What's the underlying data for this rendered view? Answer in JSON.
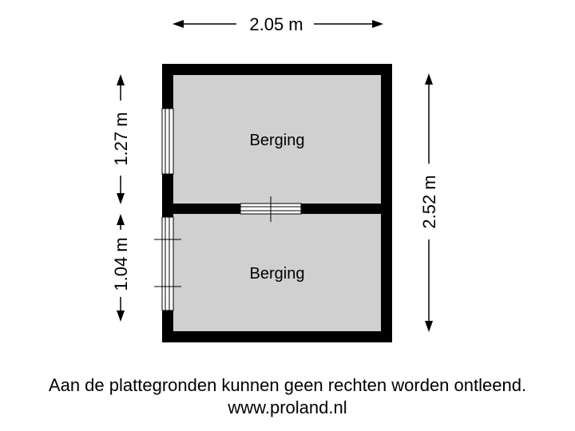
{
  "dimensions": {
    "width_label": "2.05 m",
    "height_total_label": "2.52 m",
    "height_upper_label": "1.27 m",
    "height_lower_label": "1.04 m"
  },
  "rooms": [
    {
      "name": "Berging"
    },
    {
      "name": "Berging"
    }
  ],
  "footer": {
    "disclaimer": "Aan de plattegronden kunnen geen rechten worden ontleend.",
    "url": "www.proland.nl"
  },
  "colors": {
    "wall": "#000000",
    "floor": "#d0d0d0",
    "window": "#ffffff",
    "text": "#000000"
  }
}
